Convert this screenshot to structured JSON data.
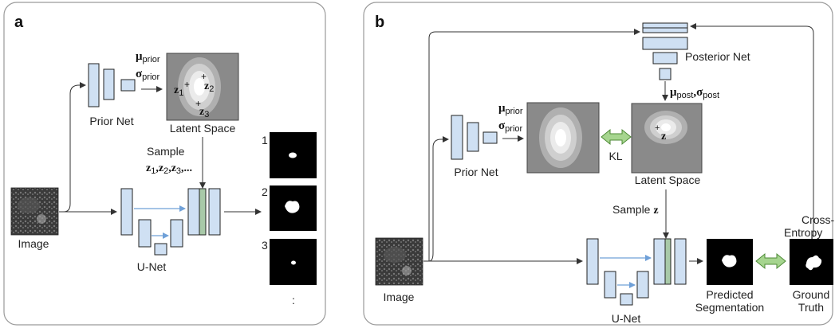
{
  "panel_a": {
    "letter": "a",
    "prior_net_label": "Prior Net",
    "latent_space_label": "Latent Space",
    "sample_label": "Sample",
    "sample_z_symbols": [
      "z",
      "z",
      "z"
    ],
    "sample_z_subs": [
      "1",
      "2",
      "3"
    ],
    "sample_ellipsis": ",...",
    "mu_symbol": "μ",
    "sigma_symbol": "σ",
    "prior_subscript": "prior",
    "latent_z_symbols": [
      "z",
      "z",
      "z"
    ],
    "latent_z_subs": [
      "1",
      "2",
      "3"
    ],
    "unet_label": "U-Net",
    "image_label": "Image",
    "output_indices": [
      "1",
      "2",
      "3"
    ],
    "more_outputs": ":"
  },
  "panel_b": {
    "letter": "b",
    "posterior_net_label": "Posterior Net",
    "mu_symbol": "μ",
    "sigma_symbol": "σ",
    "post_subscript": "post",
    "prior_subscript": "prior",
    "prior_net_label": "Prior Net",
    "kl_label": "KL",
    "latent_space_label": "Latent Space",
    "latent_z": "z",
    "sample_label": "Sample",
    "sample_z": "z",
    "cross_entropy_label_1": "Cross-",
    "cross_entropy_label_2": "Entropy",
    "image_label": "Image",
    "unet_label": "U-Net",
    "predicted_label_1": "Predicted",
    "predicted_label_2": "Segmentation",
    "ground_label_1": "Ground",
    "ground_label_2": "Truth"
  },
  "colors": {
    "block_fill": "#cfe0f3",
    "block_stroke": "#222222",
    "skip_arrow": "#6fa0d8",
    "kl_arrow_fill": "#a6d58f",
    "kl_arrow_stroke": "#4d8a36",
    "latent_bg": "#8a8a8a",
    "panel_border": "#9a9a9a"
  }
}
